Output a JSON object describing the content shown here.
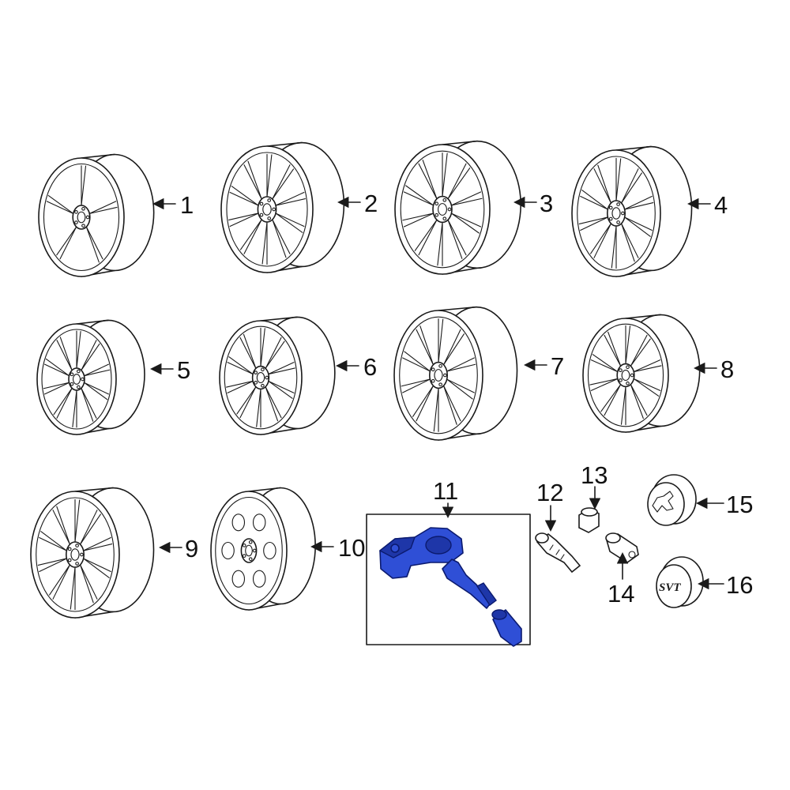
{
  "diagram": {
    "callouts": [
      "1",
      "2",
      "3",
      "4",
      "5",
      "6",
      "7",
      "8",
      "9",
      "10",
      "11",
      "12",
      "13",
      "14",
      "15",
      "16"
    ],
    "emblem_text": "SVT",
    "highlight_color": "#2f4fd6",
    "line_color": "#1a1a1a",
    "background": "#ffffff",
    "parts": [
      {
        "callout": "1",
        "icon": "alloy-wheel-icon"
      },
      {
        "callout": "2",
        "icon": "alloy-wheel-icon"
      },
      {
        "callout": "3",
        "icon": "alloy-wheel-icon"
      },
      {
        "callout": "4",
        "icon": "alloy-wheel-icon"
      },
      {
        "callout": "5",
        "icon": "alloy-wheel-icon"
      },
      {
        "callout": "6",
        "icon": "alloy-wheel-icon"
      },
      {
        "callout": "7",
        "icon": "alloy-wheel-icon"
      },
      {
        "callout": "8",
        "icon": "alloy-wheel-icon"
      },
      {
        "callout": "9",
        "icon": "alloy-wheel-icon"
      },
      {
        "callout": "10",
        "icon": "steel-wheel-icon"
      },
      {
        "callout": "11",
        "icon": "tpms-sensor-icon",
        "highlighted": true
      },
      {
        "callout": "12",
        "icon": "valve-stem-icon"
      },
      {
        "callout": "13",
        "icon": "lug-nut-icon"
      },
      {
        "callout": "14",
        "icon": "locking-lug-nut-icon"
      },
      {
        "callout": "15",
        "icon": "center-cap-mustang-icon"
      },
      {
        "callout": "16",
        "icon": "center-cap-svt-icon"
      }
    ]
  }
}
